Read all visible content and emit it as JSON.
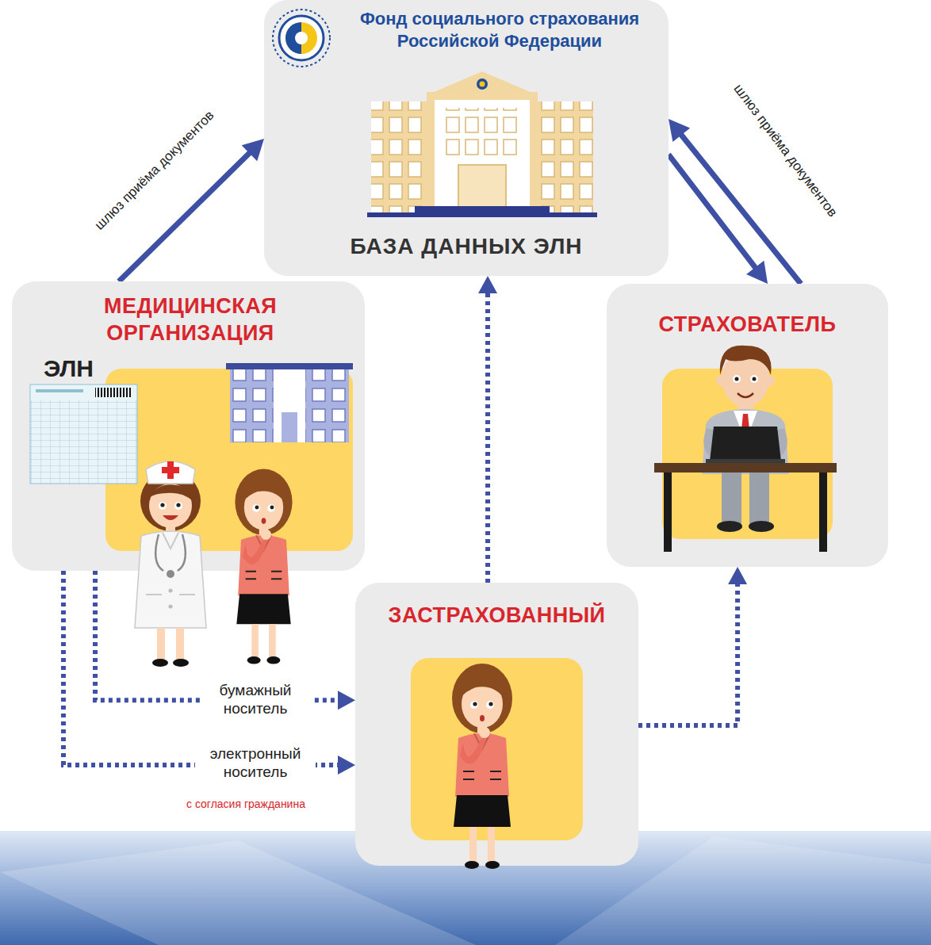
{
  "diagram": {
    "nodes": [
      {
        "text": [
          "Фонд социального страхования Российской Федерации",
          "БАЗА ДАННЫХ ЭЛН"
        ]
      },
      {
        "text": [
          "МЕДИЦИНСКАЯ ОРГАНИЗАЦИЯ",
          "ЭЛН"
        ]
      },
      {
        "text": [
          "СТРАХОВАТЕЛЬ"
        ]
      },
      {
        "text": [
          "ЗАСТРАХОВАННЫЙ"
        ]
      }
    ],
    "edges": [
      {
        "from": 1,
        "to": 0,
        "arrow": "to",
        "label": "шлюз приёма документов"
      },
      {
        "from": 0,
        "to": 2,
        "arrow": "to",
        "label": "шлюз приёма документов"
      },
      {
        "from": 2,
        "to": 0,
        "arrow": "to"
      },
      {
        "from": 1,
        "to": 3,
        "arrow": "to",
        "label": "бумажный носитель"
      },
      {
        "from": 1,
        "to": 3,
        "arrow": "to",
        "label": "электронный носитель"
      },
      {
        "from": 3,
        "to": 0,
        "arrow": "to"
      },
      {
        "from": 3,
        "to": 2,
        "arrow": "to"
      }
    ],
    "labels": [
      "с согласия гражданина"
    ]
  }
}
